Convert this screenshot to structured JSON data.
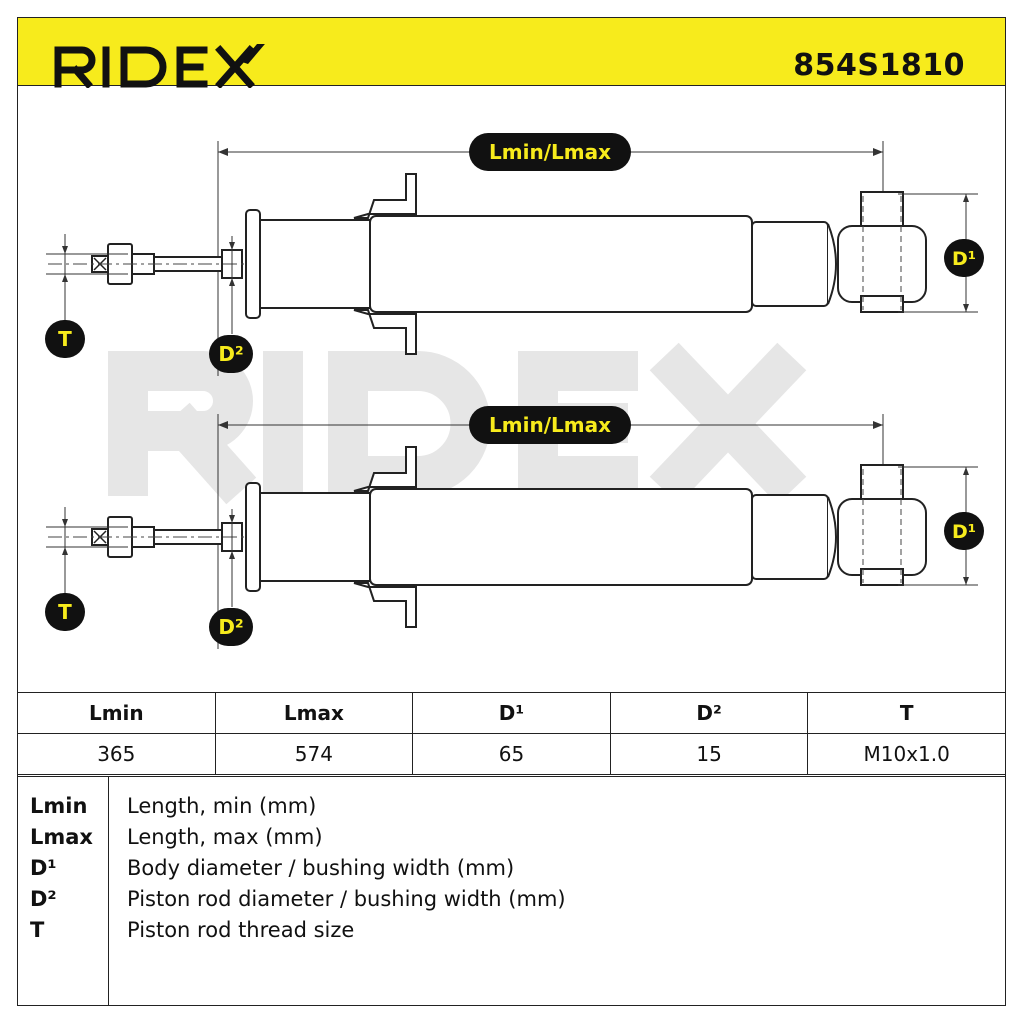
{
  "header": {
    "brand": "RIDEX",
    "part_number": "854S1810"
  },
  "drawing": {
    "watermark": "RIDEX",
    "length_label": "Lmin/Lmax",
    "d1_label": "D¹",
    "d2_label": "D²",
    "t_label": "T"
  },
  "specs": {
    "headers": [
      "Lmin",
      "Lmax",
      "D¹",
      "D²",
      "T"
    ],
    "values": [
      "365",
      "574",
      "65",
      "15",
      "M10x1.0"
    ]
  },
  "legend": {
    "items": [
      {
        "term": "Lmin",
        "desc": "Length, min (mm)"
      },
      {
        "term": "Lmax",
        "desc": "Length, max (mm)"
      },
      {
        "term": "D¹",
        "desc": "Body diameter / bushing width (mm)"
      },
      {
        "term": "D²",
        "desc": "Piston rod diameter / bushing width (mm)"
      },
      {
        "term": "T",
        "desc": "Piston rod thread size"
      }
    ]
  },
  "colors": {
    "accent_yellow": "#f7eb1c",
    "badge_black": "#111111",
    "outline": "#222222",
    "watermark_gray": "#e6e6e6"
  }
}
